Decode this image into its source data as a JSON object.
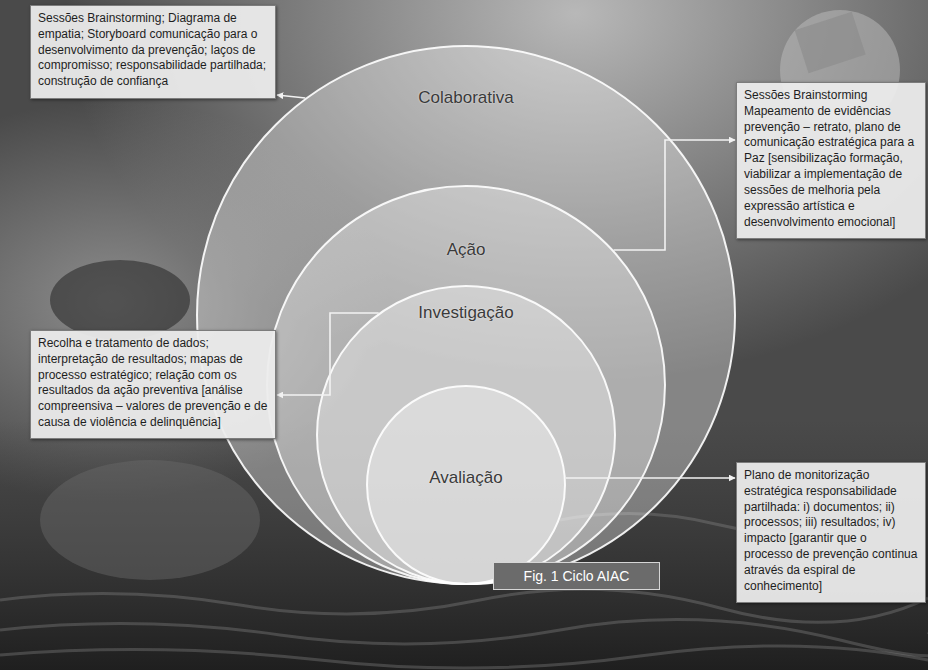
{
  "diagram": {
    "caption": "Fig. 1 Ciclo AIAC",
    "nodes": [
      {
        "text": [
          "Colaborativa"
        ]
      },
      {
        "text": [
          "Ação"
        ],
        "in": 0
      },
      {
        "text": [
          "Investigação"
        ],
        "in": 1
      },
      {
        "text": [
          "Avaliação"
        ],
        "in": 2
      },
      {
        "text": [
          "Sessões Brainstorming; Diagrama de empatia; Storyboard comunicação para o desenvolvimento da prevenção; laços de compromisso; responsabilidade partilhada; construção de confiança"
        ]
      },
      {
        "text": [
          "Sessões Brainstorming Mapeamento de evidências prevenção – retrato, plano de comunicação estratégica para a Paz [sensibilização formação, viabilizar a implementação de sessões de melhoria pela expressão artística e desenvolvimento emocional]"
        ]
      },
      {
        "text": [
          "Recolha e tratamento de dados; interpretação de resultados; mapas de processo estratégico; relação com os resultados da ação preventiva [análise compreensiva – valores de prevenção e de causa de violência e delinquência]"
        ]
      },
      {
        "text": [
          "Plano de monitorização estratégica responsabilidade partilhada: i) documentos; ii) processos; iii) resultados; iv) impacto [garantir que o processo de prevenção continua através da espiral de conhecimento]"
        ]
      }
    ],
    "edges": [
      {
        "from": 0,
        "to": 4,
        "arrow": "to"
      },
      {
        "from": 1,
        "to": 5,
        "arrow": "to"
      },
      {
        "from": 2,
        "to": 6,
        "arrow": "to"
      },
      {
        "from": 3,
        "to": 7,
        "arrow": "to"
      }
    ]
  }
}
